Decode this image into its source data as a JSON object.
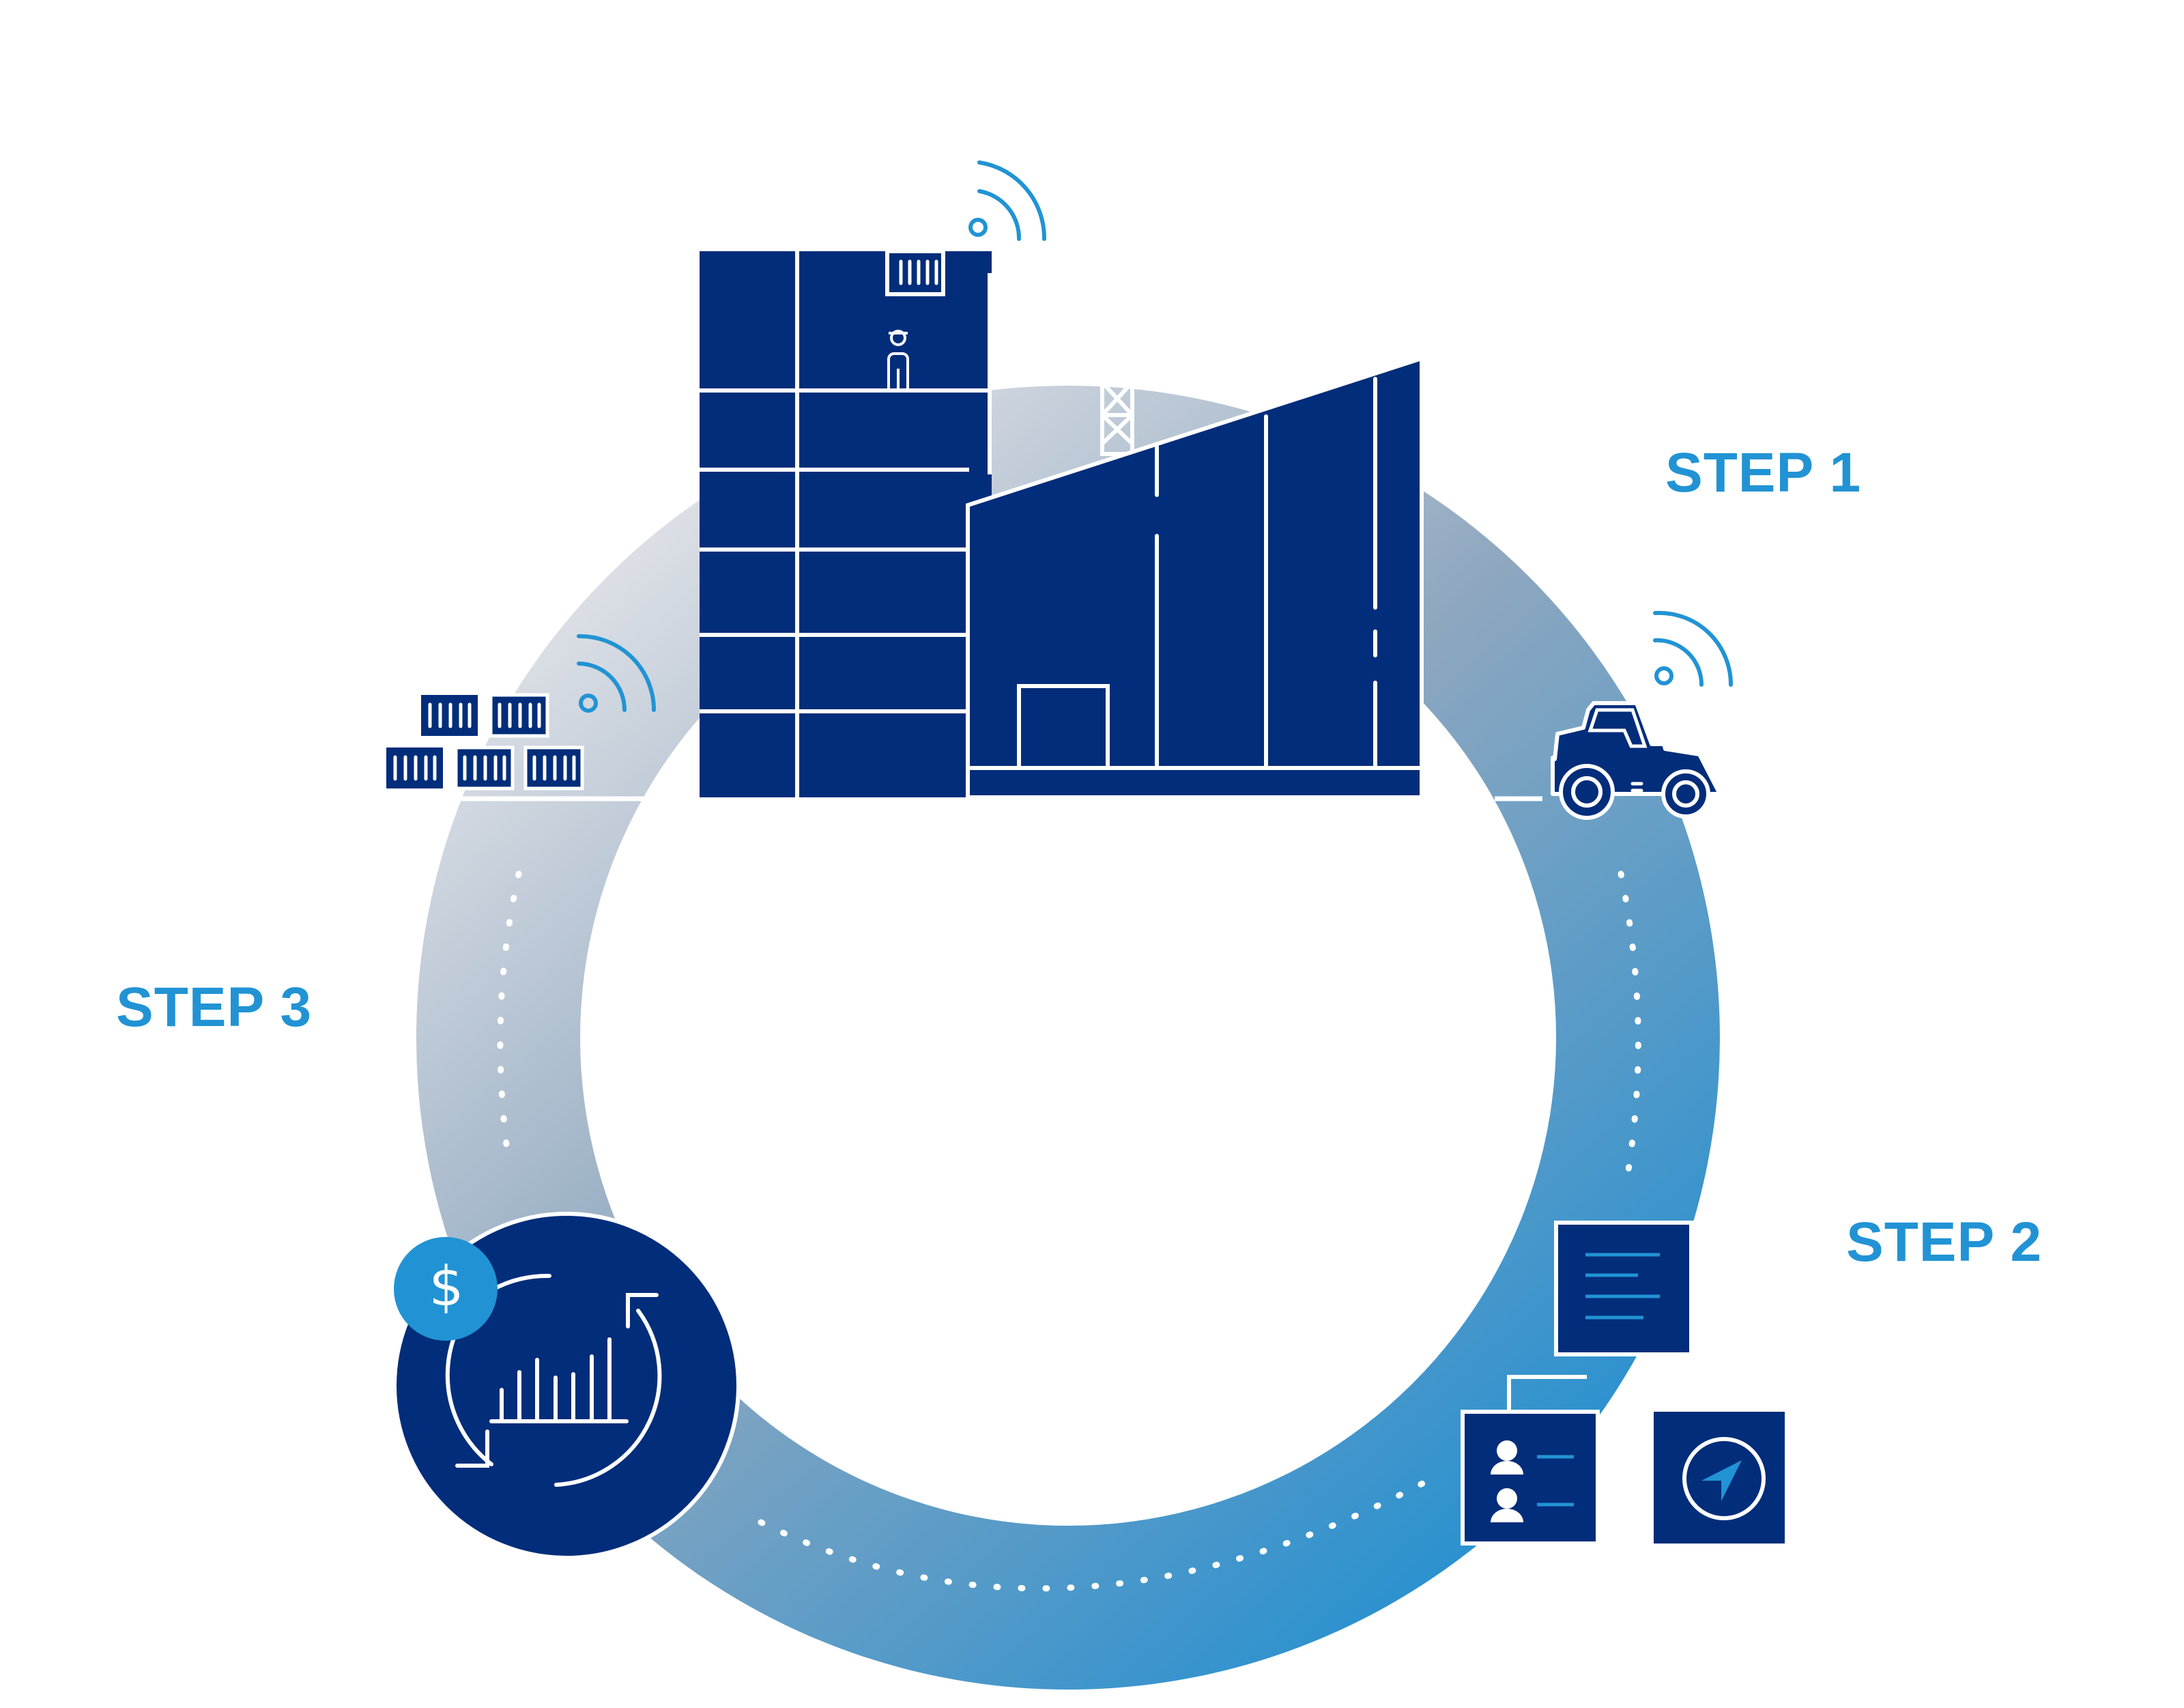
{
  "colors": {
    "navy": "#022d7a",
    "accent_blue": "#2193d4",
    "ring_gradient_start": "#d9dce2",
    "ring_gradient_mid": "#7f9db8",
    "ring_gradient_end": "#2b8fcb",
    "line_white": "#ffffff"
  },
  "steps": [
    {
      "label": "STEP 1",
      "position": "right-top",
      "icons": [
        "factory-building",
        "tractor-loader"
      ]
    },
    {
      "label": "STEP 2",
      "position": "right-bottom",
      "icons": [
        "document",
        "contacts-card",
        "compass-navigation"
      ]
    },
    {
      "label": "STEP 3",
      "position": "left",
      "icons": [
        "finance-cycle",
        "shipping-containers"
      ]
    }
  ],
  "building": {
    "wifi_signal": true,
    "container_on_roof": true,
    "worker_figure": true,
    "crane_tower": true
  },
  "finance_badge": {
    "symbol": "$"
  },
  "bar_chart_icon": {
    "bars": 7
  }
}
